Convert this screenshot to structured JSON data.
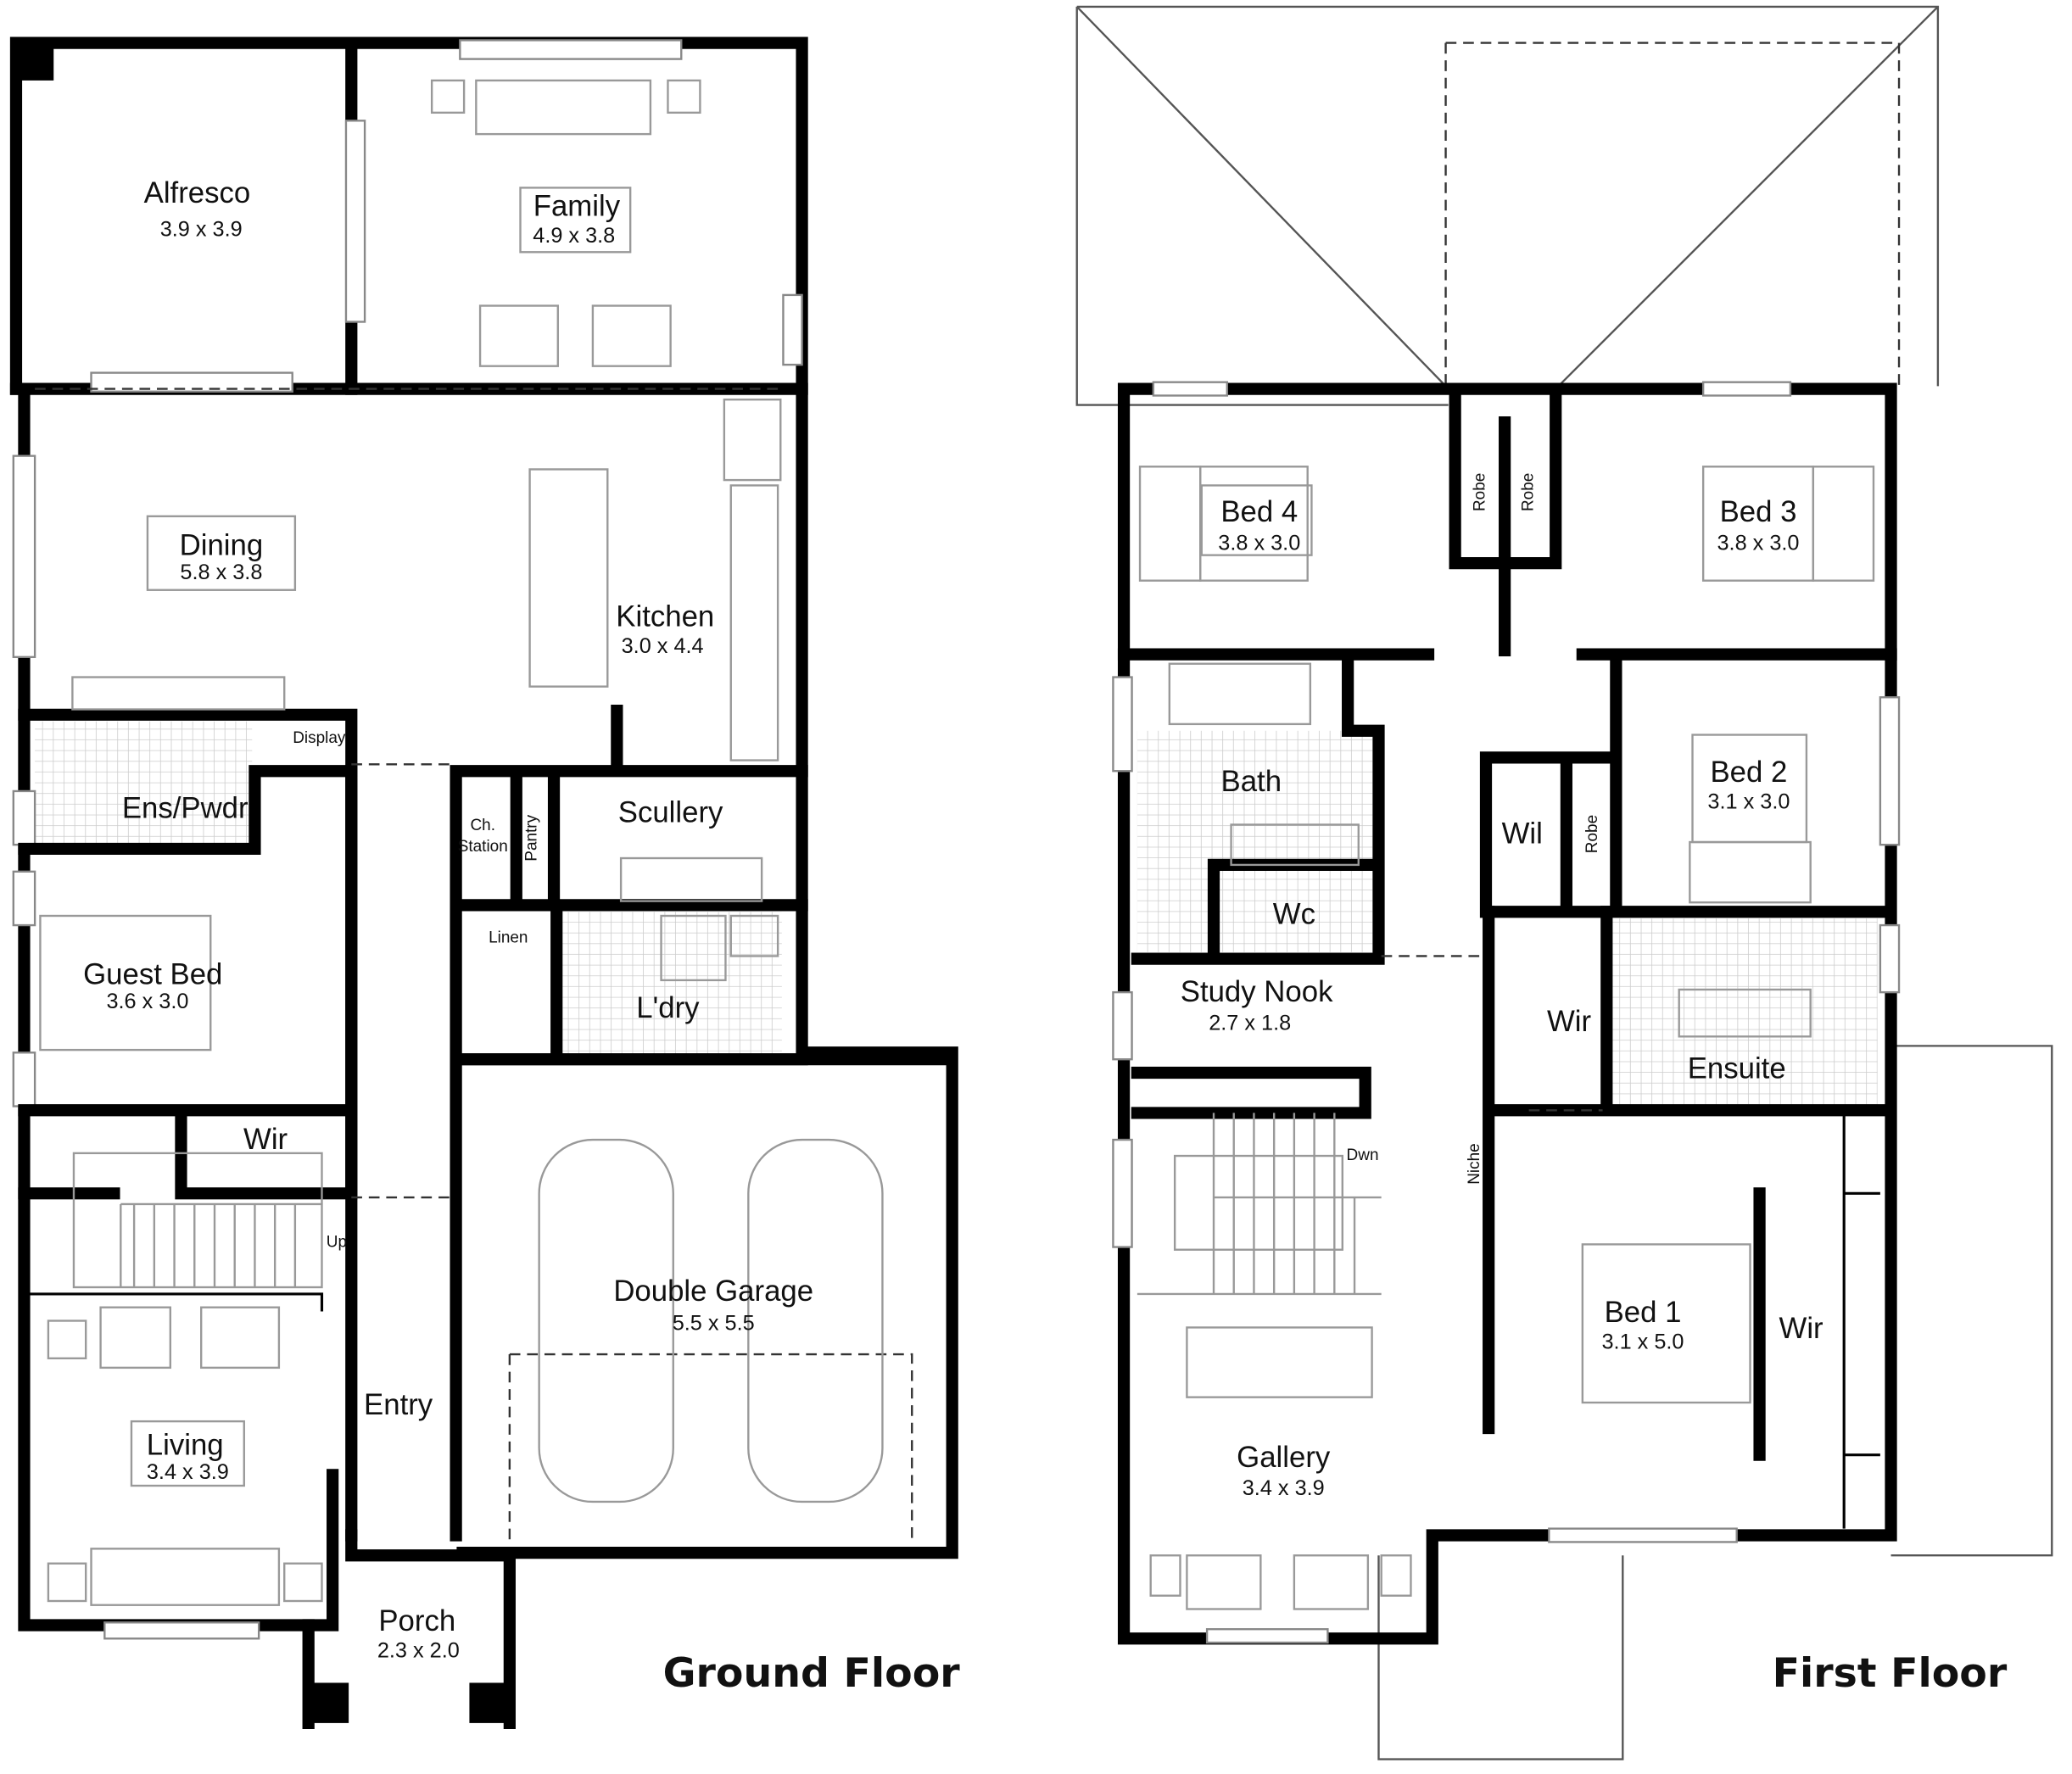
{
  "ground_floor": {
    "title": "Ground Floor",
    "rooms": [
      {
        "name": "Alfresco",
        "size": "3.9 x 3.9"
      },
      {
        "name": "Family",
        "size": "4.9 x 3.8"
      },
      {
        "name": "Dining",
        "size": "5.8 x 3.8"
      },
      {
        "name": "Kitchen",
        "size": "3.0 x 4.4"
      },
      {
        "name": "Guest Bed",
        "size": "3.6 x 3.0"
      },
      {
        "name": "Double Garage",
        "size": "5.5 x 5.5"
      },
      {
        "name": "Living",
        "size": "3.4 x 3.9"
      },
      {
        "name": "Porch",
        "size": "2.3 x 2.0"
      }
    ],
    "labels": [
      "Display",
      "Ens/Pwdr",
      "Ch.",
      "Station",
      "Pantry",
      "Scullery",
      "Linen",
      "L'dry",
      "Wir",
      "Up",
      "Entry"
    ]
  },
  "first_floor": {
    "title": "First Floor",
    "rooms": [
      {
        "name": "Bed 4",
        "size": "3.8 x 3.0"
      },
      {
        "name": "Bed 3",
        "size": "3.8 x 3.0"
      },
      {
        "name": "Bed 2",
        "size": "3.1 x 3.0"
      },
      {
        "name": "Study Nook",
        "size": "2.7 x 1.8"
      },
      {
        "name": "Bed 1",
        "size": "3.1 x 5.0"
      },
      {
        "name": "Gallery",
        "size": "3.4 x 3.9"
      }
    ],
    "labels": [
      "Robe",
      "Robe",
      "Bath",
      "Wil",
      "Robe",
      "Wc",
      "Wir",
      "Ensuite",
      "Dwn",
      "Niche",
      "Wir"
    ]
  }
}
